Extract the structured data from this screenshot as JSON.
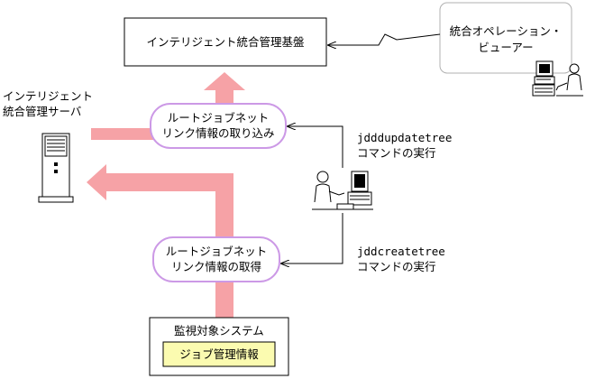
{
  "nodes": {
    "integrated_base": "インテリジェント統合管理基盤",
    "ops_viewer": [
      "統合オペレーション・",
      "ビューアー"
    ],
    "server_label": [
      "インテリジェント",
      "統合管理サーバ"
    ],
    "import_step": [
      "ルートジョブネット",
      "リンク情報の取り込み"
    ],
    "acquire_step": [
      "ルートジョブネット",
      "リンク情報の取得"
    ],
    "monitored_system": "監視対象システム",
    "job_info": "ジョブ管理情報"
  },
  "commands": {
    "update": [
      "jdddupdatetree",
      "コマンドの実行"
    ],
    "create": [
      "jddcreatetree",
      "コマンドの実行"
    ]
  },
  "colors": {
    "flow_arrow": "#f6a2a6",
    "step_border": "#cc99e6",
    "job_info_fill": "#fbfbb0",
    "viewer_border": "#b0b0b0"
  }
}
